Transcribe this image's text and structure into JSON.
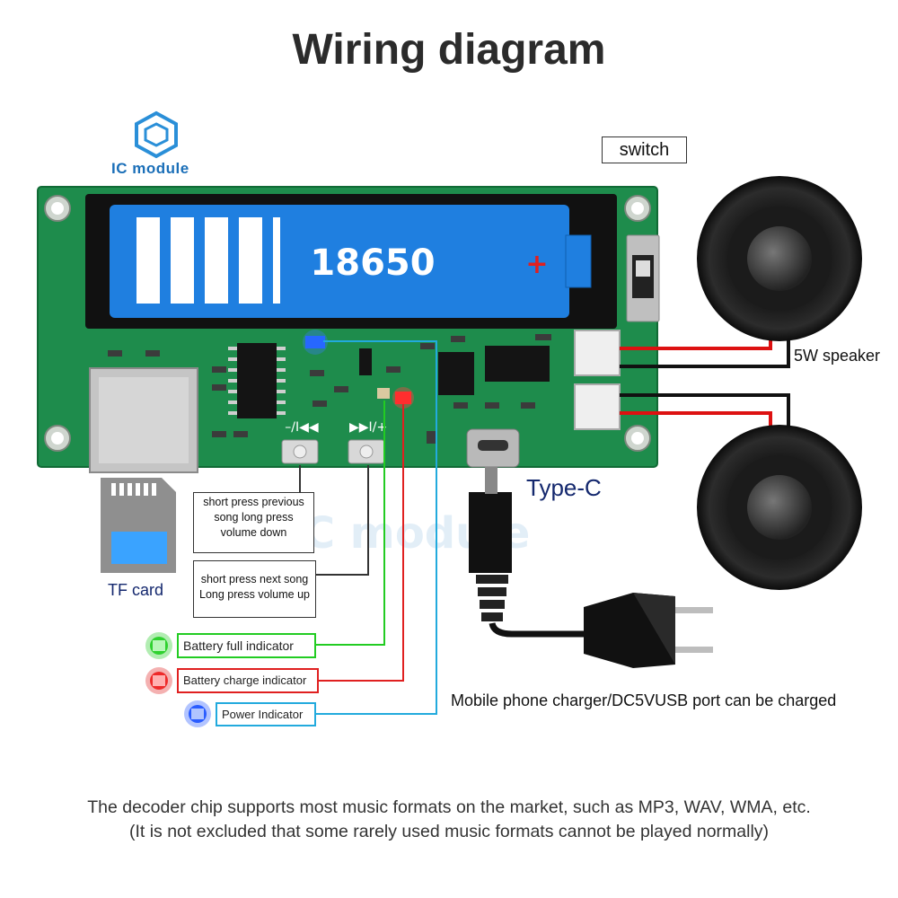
{
  "title": "Wiring diagram",
  "logo": {
    "text": "IC module",
    "icon": "hexagon-chip-logo-icon"
  },
  "watermark": "IC module",
  "battery": {
    "text": "18650",
    "plus": "+"
  },
  "board_labels": {
    "prev": "–/I◀◀",
    "next": "▶▶I/+"
  },
  "labels": {
    "switch": "switch",
    "speaker": "5W speaker",
    "type_c": "Type-C",
    "tf_card": "TF card",
    "charger": "Mobile phone charger/DC5VUSB port can be charged",
    "prev_button": "short press previous song long press volume down",
    "next_button": "short press next song Long press volume up",
    "battery_full": "Battery full indicator",
    "battery_charge": "Battery charge indicator",
    "power": "Power Indicator"
  },
  "colors": {
    "battery_full": "#22cc22",
    "battery_charge": "#e02020",
    "power": "#22aadd",
    "pcb": "#1d8a4a",
    "logo": "#1b6fb8"
  },
  "footer": {
    "line1": "The decoder chip supports most music formats on the market, such as MP3, WAV, WMA, etc.",
    "line2": "(It is not excluded that some rarely used music formats cannot be played normally)"
  }
}
